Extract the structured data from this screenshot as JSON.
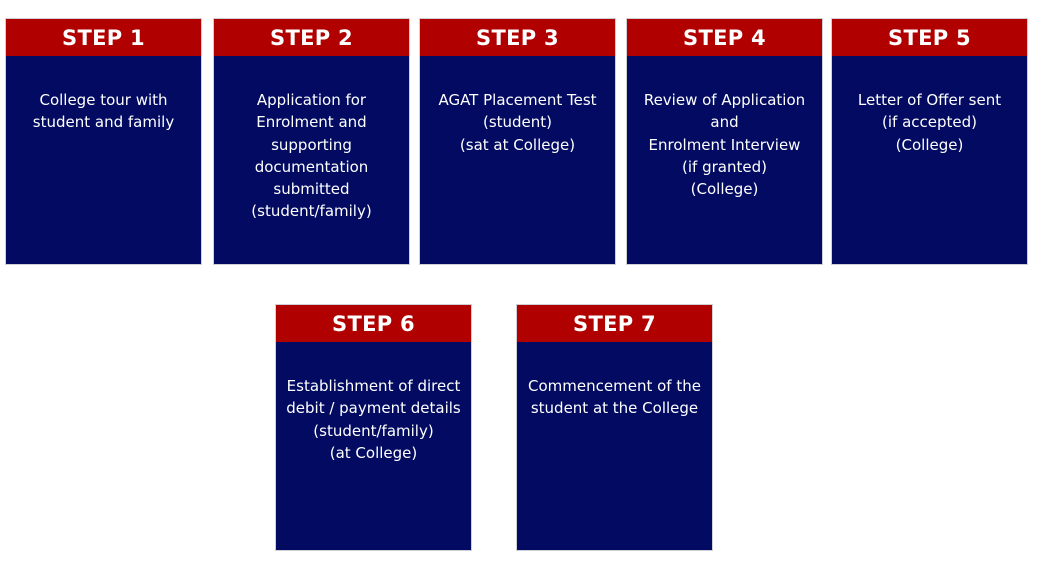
{
  "steps": [
    {
      "title": "STEP 1",
      "text": "College tour with\nstudent and family"
    },
    {
      "title": "STEP 2",
      "text": "Application for\nEnrolment and\nsupporting\ndocumentation\nsubmitted\n(student/family)"
    },
    {
      "title": "STEP 3",
      "text": "AGAT Placement Test\n(student)\n(sat at College)"
    },
    {
      "title": "STEP 4",
      "text": "Review of Application\nand\nEnrolment Interview\n(if granted)\n(College)"
    },
    {
      "title": "STEP 5",
      "text": "Letter of Offer sent\n(if accepted)\n(College)"
    },
    {
      "title": "STEP 6",
      "text": "Establishment of direct\ndebit / payment details\n(student/family)\n(at College)"
    },
    {
      "title": "STEP 7",
      "text": "Commencement of the\nstudent at the College"
    }
  ],
  "colors": {
    "header": "#b00000",
    "body": "#020b61",
    "text": "#ffffff"
  }
}
